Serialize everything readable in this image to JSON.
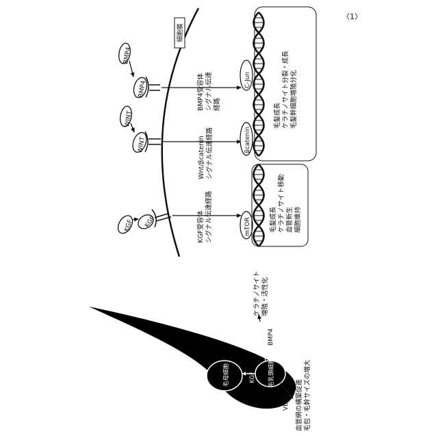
{
  "figure_number": "〈1〉",
  "membrane_label": "細胞膜",
  "ligands": [
    {
      "name": "KGF",
      "receptor": "KGF"
    },
    {
      "name": "WINT",
      "receptor": "WINT"
    },
    {
      "name": "BMP4",
      "receptor": "BMP4"
    }
  ],
  "pathways": [
    {
      "line1": "KGF受容体",
      "line2": "シグナル伝達経路",
      "mediator": "mTOR"
    },
    {
      "line1": "Wnt/βcatenin",
      "line2": "シグナル伝達経路",
      "mediator": "βcatenin"
    },
    {
      "line1": "BMP4受容体",
      "line2": "シグナル伝達",
      "line3": "経路",
      "mediator": "C-Jun"
    }
  ],
  "outcomes": {
    "box1": [
      "毛髪成長",
      "ケラチノサイト移動",
      "血管新生",
      "細胞維持"
    ],
    "box2": [
      "毛髪成長",
      "ケラチノサイト分裂・成長",
      "毛髪幹細胞増殖分化"
    ]
  },
  "follicle": {
    "upper_cell": "毛母細胞",
    "lower_cell": "毛乳頭細胞",
    "kgf_label": "KGF",
    "bmp4_label": "BMP4",
    "vegf_label": "VEGF",
    "keratinocyte_line1": "ケラチノサイト",
    "keratinocyte_line2": "増殖・活性化",
    "vegf_effect_line1": "血管網の構築促進",
    "vegf_effect_line2": "毛包・毛幹サイズの増大"
  }
}
